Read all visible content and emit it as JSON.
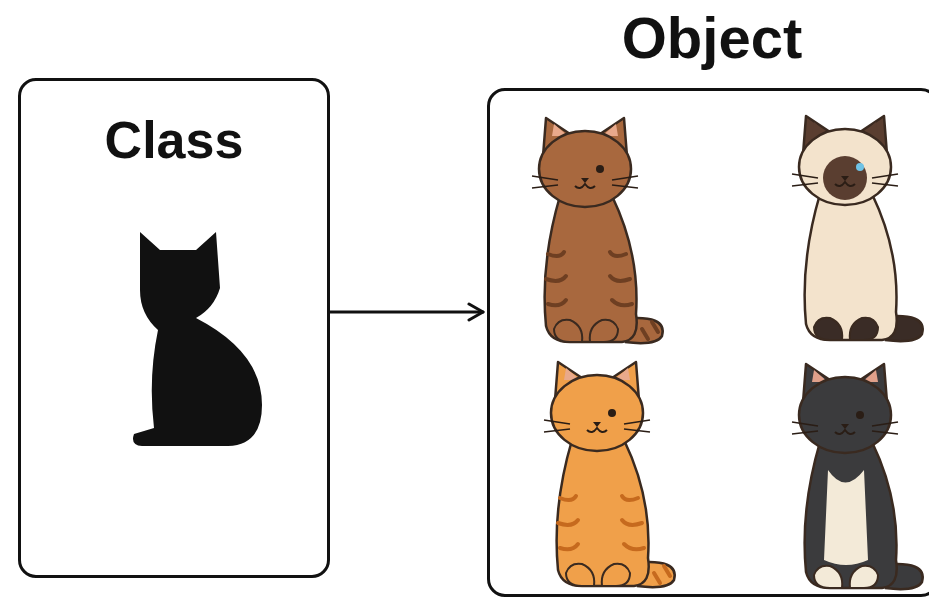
{
  "diagram": {
    "nodes": [
      {
        "text": [
          "Class"
        ]
      },
      {
        "text": [
          "Object"
        ]
      }
    ],
    "edges": [
      {
        "from": 0,
        "to": 1,
        "arrow": "to"
      }
    ]
  }
}
